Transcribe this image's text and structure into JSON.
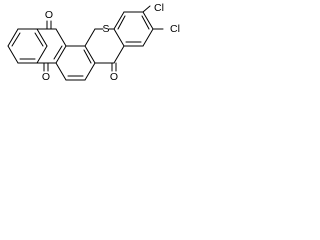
{
  "molecule": {
    "atoms": {
      "o_top": "O",
      "o_bottom_left": "O",
      "o_bottom_right": "O",
      "s_bridge": "S",
      "cl_top": "Cl",
      "cl_right": "Cl"
    }
  },
  "colors": {
    "bond": "#000000",
    "background": "#ffffff"
  }
}
